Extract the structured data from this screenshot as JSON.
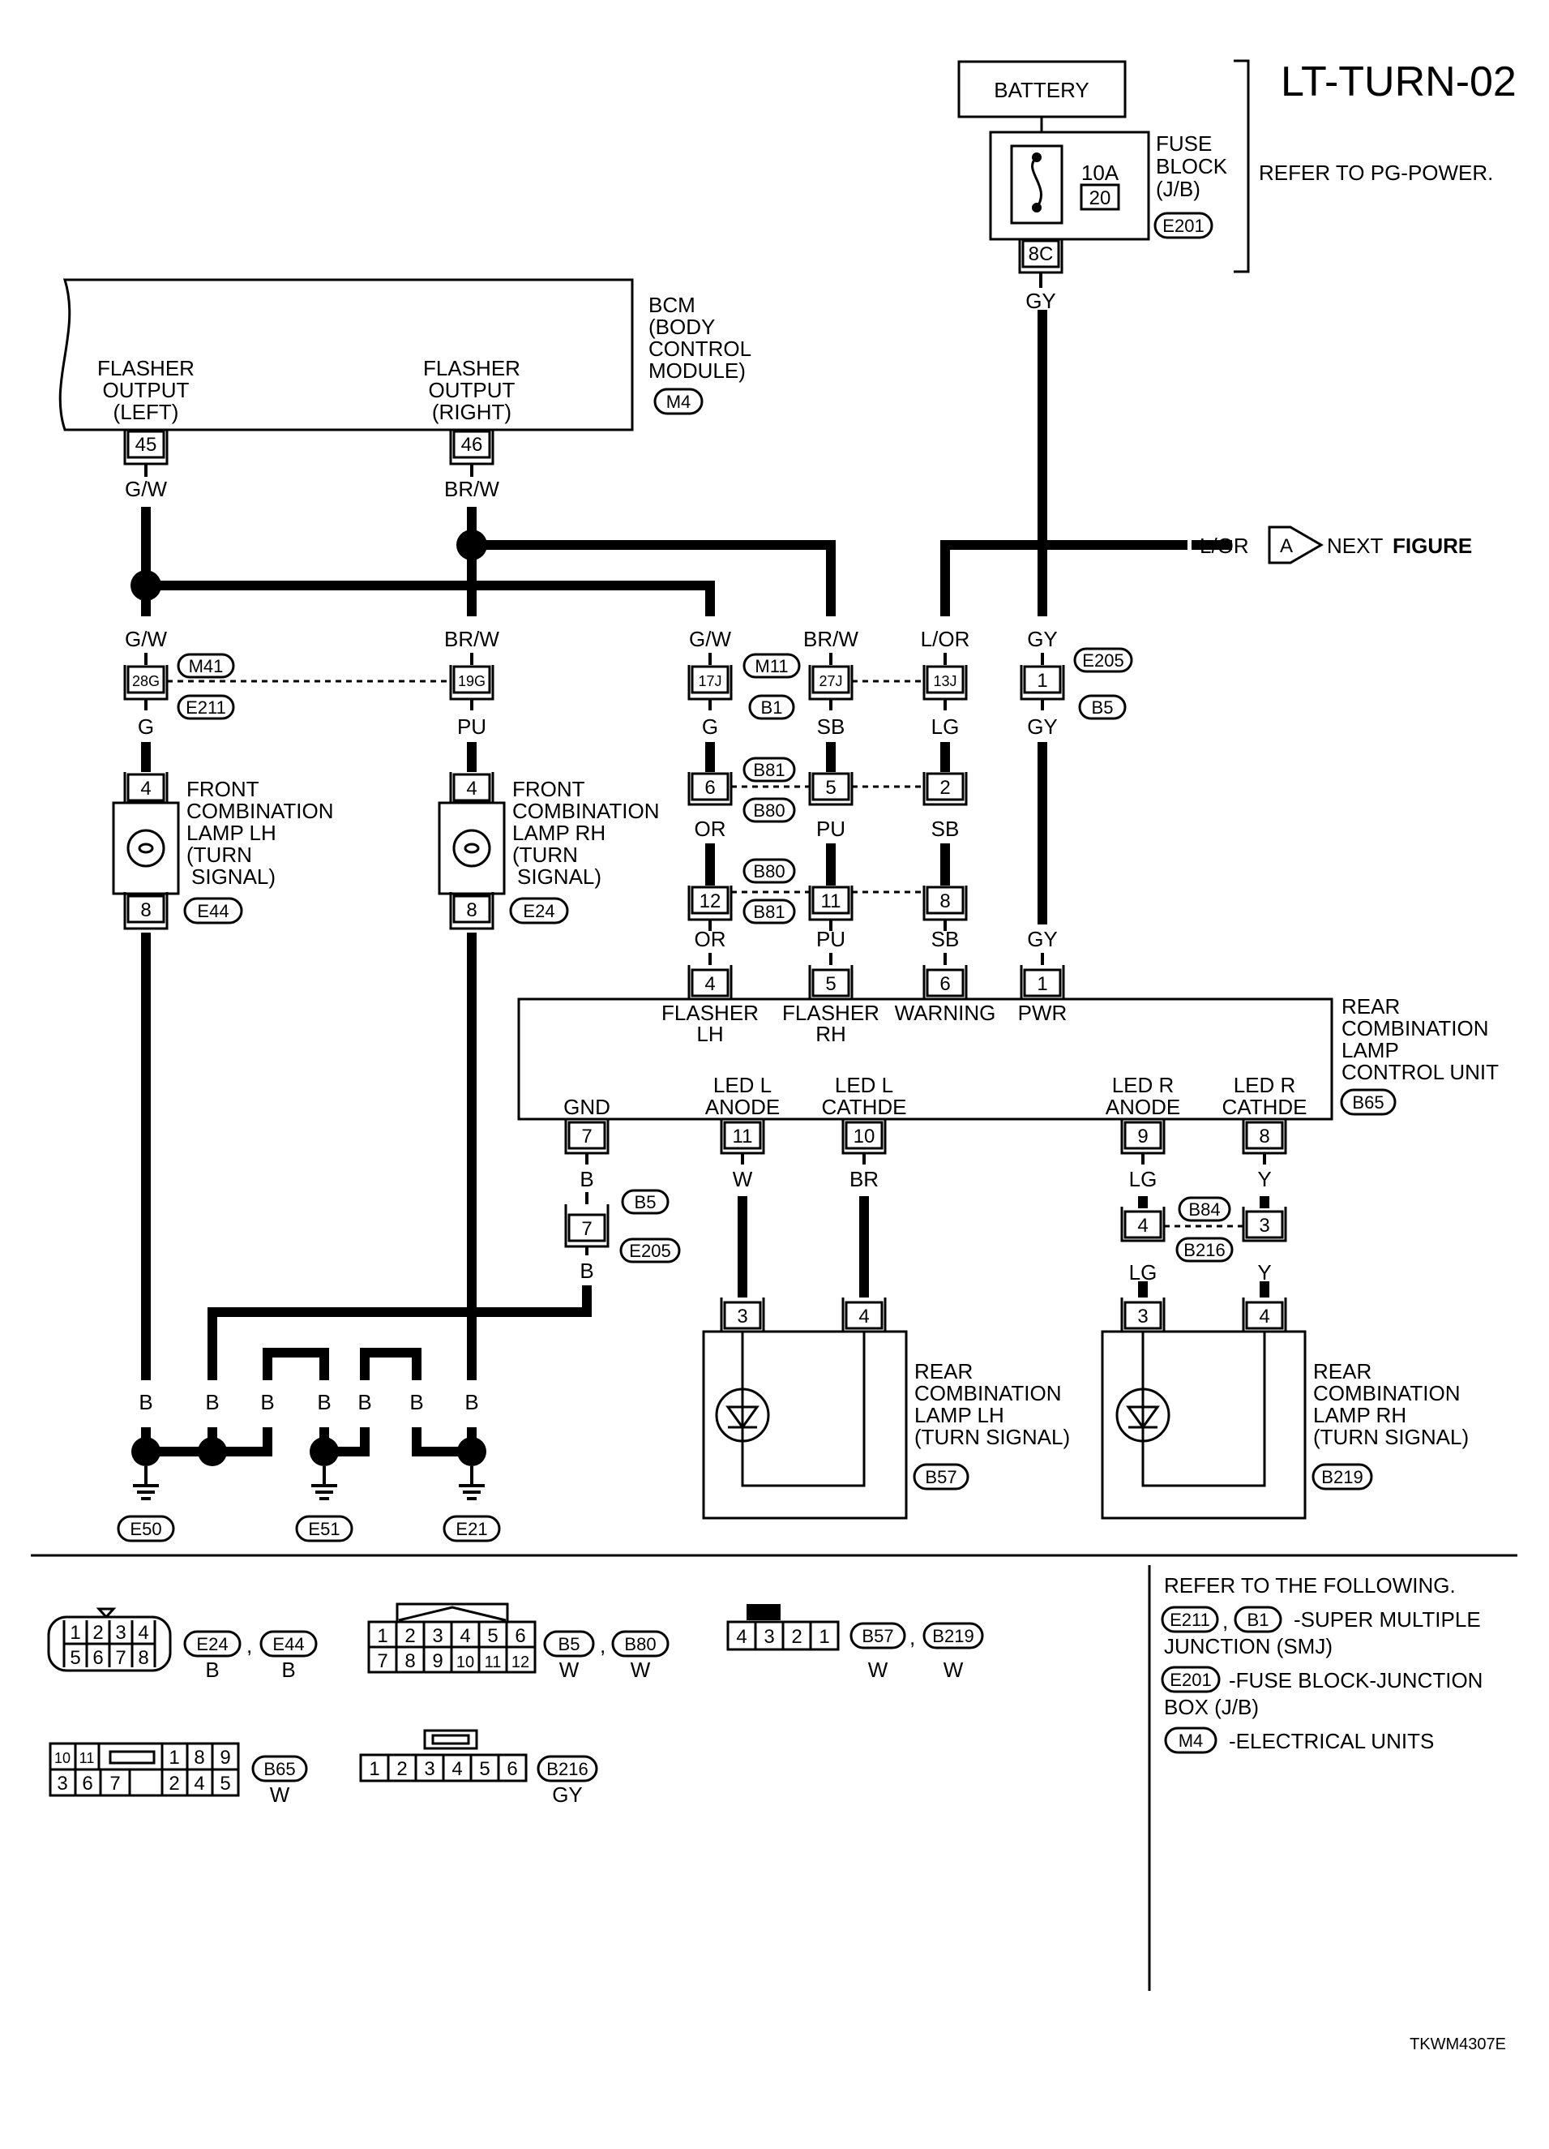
{
  "title": "LT-TURN-02",
  "figure_code": "TKWM4307E",
  "battery": {
    "label": "BATTERY"
  },
  "fuse": {
    "block_label_1": "FUSE",
    "block_label_2": "BLOCK",
    "block_label_3": "(J/B)",
    "rating": "10A",
    "number": "20",
    "connector": "E201",
    "terminal": "8C",
    "refer": "REFER TO PG-POWER."
  },
  "bcm": {
    "line1": "BCM",
    "line2": "(BODY",
    "line3": "CONTROL",
    "line4": "MODULE)",
    "connector": "M4",
    "left_l1": "FLASHER",
    "left_l2": "OUTPUT",
    "left_l3": "(LEFT)",
    "left_pin": "45",
    "right_l1": "FLASHER",
    "right_l2": "OUTPUT",
    "right_l3": "(RIGHT)",
    "right_pin": "46"
  },
  "wires": {
    "gw": "G/W",
    "brw": "BR/W",
    "lor": "L/OR",
    "gy": "GY",
    "g": "G",
    "pu": "PU",
    "sb": "SB",
    "lg": "LG",
    "or": "OR",
    "b": "B",
    "w": "W",
    "br": "BR",
    "y": "Y"
  },
  "next": {
    "marker": "A",
    "text1": "NEXT",
    "text2": "FIGURE"
  },
  "joints": {
    "p28g": "28G",
    "p19g": "19G",
    "p17j": "17J",
    "p27j": "27J",
    "p13j": "13J",
    "p1": "1",
    "m41": "M41",
    "e211": "E211",
    "m11": "M11",
    "b1": "B1",
    "e205": "E205",
    "b5": "B5",
    "b81": "B81",
    "b80": "B80",
    "b84": "B84",
    "b216": "B216"
  },
  "front_lh": {
    "l1": "FRONT",
    "l2": "COMBINATION",
    "l3": "LAMP LH",
    "l4": "(TURN",
    "l5": "SIGNAL)",
    "pin_top": "4",
    "pin_bot": "8",
    "connector": "E44"
  },
  "front_rh": {
    "l1": "FRONT",
    "l2": "COMBINATION",
    "l3": "LAMP RH",
    "l4": "(TURN",
    "l5": "SIGNAL)",
    "pin_top": "4",
    "pin_bot": "8",
    "connector": "E24"
  },
  "row2": {
    "a": "6",
    "b": "5",
    "c": "2"
  },
  "row3": {
    "a": "12",
    "b": "11",
    "c": "8"
  },
  "rclu": {
    "l1": "REAR",
    "l2": "COMBINATION",
    "l3": "LAMP",
    "l4": "CONTROL UNIT",
    "connector": "B65",
    "p4": "4",
    "p5": "5",
    "p6": "6",
    "p1": "1",
    "flh1": "FLASHER",
    "flh2": "LH",
    "frh1": "FLASHER",
    "frh2": "RH",
    "warn": "WARNING",
    "pwr": "PWR",
    "gnd": "GND",
    "ll_a1": "LED L",
    "ll_a2": "ANODE",
    "ll_c1": "LED L",
    "ll_c2": "CATHDE",
    "lr_a1": "LED R",
    "lr_a2": "ANODE",
    "lr_c1": "LED R",
    "lr_c2": "CATHDE",
    "p7": "7",
    "p11": "11",
    "p10": "10",
    "p9": "9",
    "p8": "8"
  },
  "gndjoint": {
    "pin": "7",
    "c1": "B5",
    "c2": "E205"
  },
  "rlh": {
    "l1": "REAR",
    "l2": "COMBINATION",
    "l3": "LAMP LH",
    "l4": "(TURN SIGNAL)",
    "connector": "B57",
    "p3": "3",
    "p4": "4"
  },
  "rrh": {
    "l1": "REAR",
    "l2": "COMBINATION",
    "l3": "LAMP RH",
    "l4": "(TURN SIGNAL)",
    "connector": "B219",
    "p3": "3",
    "p4": "4"
  },
  "b84j": {
    "p4": "4",
    "p3": "3"
  },
  "grounds": {
    "g1": "E50",
    "g2": "E51",
    "g3": "E21"
  },
  "connectors": {
    "c1_ids": [
      "E24",
      "E44"
    ],
    "c1_colors": [
      "B",
      "B"
    ],
    "c1_row1": [
      "1",
      "2",
      "3",
      "4"
    ],
    "c1_row2": [
      "5",
      "6",
      "7",
      "8"
    ],
    "c2_ids": [
      "B5",
      "B80"
    ],
    "c2_colors": [
      "W",
      "W"
    ],
    "c2_row1": [
      "1",
      "2",
      "3",
      "4",
      "5",
      "6"
    ],
    "c2_row2": [
      "7",
      "8",
      "9",
      "10",
      "11",
      "12"
    ],
    "c3_ids": [
      "B57",
      "B219"
    ],
    "c3_colors": [
      "W",
      "W"
    ],
    "c3_row": [
      "4",
      "3",
      "2",
      "1"
    ],
    "c4_id": "B65",
    "c4_color": "W",
    "c4_row1l": [
      "10",
      "11"
    ],
    "c4_row1r": [
      "1",
      "8",
      "9"
    ],
    "c4_row2l": [
      "3",
      "6",
      "7"
    ],
    "c4_row2r": [
      "2",
      "4",
      "5"
    ],
    "c5_id": "B216",
    "c5_color": "GY",
    "c5_row": [
      "1",
      "2",
      "3",
      "4",
      "5",
      "6"
    ]
  },
  "refer": {
    "head": "REFER TO THE FOLLOWING.",
    "e211": "E211",
    "b1": "B1",
    "smj1": "-SUPER MULTIPLE",
    "smj2": "JUNCTION (SMJ)",
    "e201": "E201",
    "jb1": "-FUSE BLOCK-JUNCTION",
    "jb2": "BOX (J/B)",
    "m4": "M4",
    "eu": "-ELECTRICAL UNITS",
    "comma": ","
  }
}
